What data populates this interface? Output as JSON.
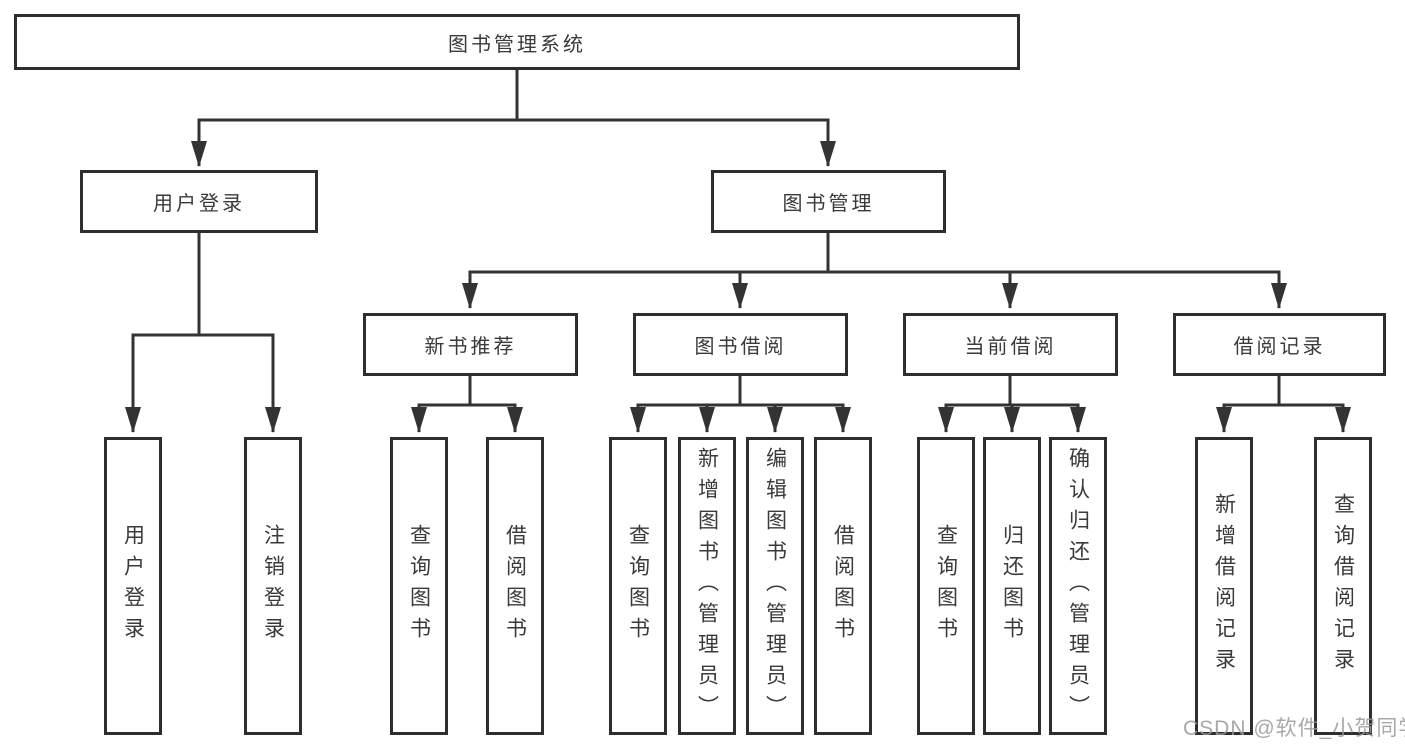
{
  "diagram": {
    "root": {
      "label": "图书管理系统"
    },
    "children": [
      {
        "label": "用户登录",
        "children": [
          {
            "label": "用户登录"
          },
          {
            "label": "注销登录"
          }
        ]
      },
      {
        "label": "图书管理",
        "children": [
          {
            "label": "新书推荐",
            "children": [
              {
                "label": "查询图书"
              },
              {
                "label": "借阅图书"
              }
            ]
          },
          {
            "label": "图书借阅",
            "children": [
              {
                "label": "查询图书"
              },
              {
                "label": "新增图书（管理员）"
              },
              {
                "label": "编辑图书（管理员）"
              },
              {
                "label": "借阅图书"
              }
            ]
          },
          {
            "label": "当前借阅",
            "children": [
              {
                "label": "查询图书"
              },
              {
                "label": "归还图书"
              },
              {
                "label": "确认归还（管理员）"
              }
            ]
          },
          {
            "label": "借阅记录",
            "children": [
              {
                "label": "新增借阅记录"
              },
              {
                "label": "查询借阅记录"
              }
            ]
          }
        ]
      }
    ]
  },
  "watermark": {
    "text": "CSDN @软件_小贺同学"
  },
  "colors": {
    "line": "#333333",
    "box_border": "#2e2e2e",
    "text": "#3a3a3a",
    "watermark": "#98999b",
    "background": "#ffffff"
  }
}
